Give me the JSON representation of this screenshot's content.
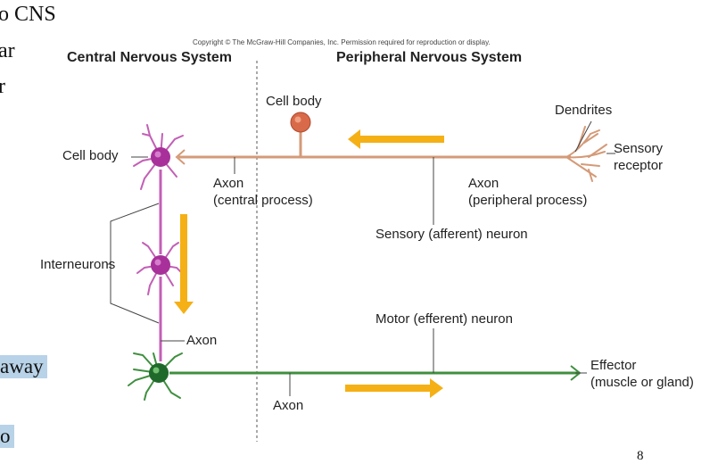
{
  "slide": {
    "fragments": [
      "o CNS",
      "ar",
      "r"
    ],
    "highlight_fragments": [
      "away",
      "o"
    ],
    "page_number": "8"
  },
  "figure": {
    "copyright": "Copyright © The McGraw-Hill Companies, Inc. Permission required for reproduction or display.",
    "headers": {
      "cns": "Central Nervous System",
      "pns": "Peripheral Nervous System"
    },
    "labels": {
      "cell_body_top": "Cell body",
      "cell_body_left": "Cell body",
      "dendrites": "Dendrites",
      "sensory_receptor_1": "Sensory",
      "sensory_receptor_2": "receptor",
      "axon_central_1": "Axon",
      "axon_central_2": "(central process)",
      "axon_peripheral_1": "Axon",
      "axon_peripheral_2": "(peripheral process)",
      "sensory_neuron": "Sensory (afferent) neuron",
      "interneurons": "Interneurons",
      "axon_inter": "Axon",
      "motor_neuron": "Motor (efferent) neuron",
      "axon_motor": "Axon",
      "effector_1": "Effector",
      "effector_2": "(muscle or gland)"
    },
    "colors": {
      "sensory": "#d49a78",
      "sensory_soma": "#d86a4a",
      "interneuron": "#c35fb6",
      "interneuron_soma": "#a8309a",
      "motor": "#3f8f3f",
      "motor_soma": "#1f6a2a",
      "arrow": "#f5b015",
      "highlight": "#b8d3e8"
    }
  }
}
